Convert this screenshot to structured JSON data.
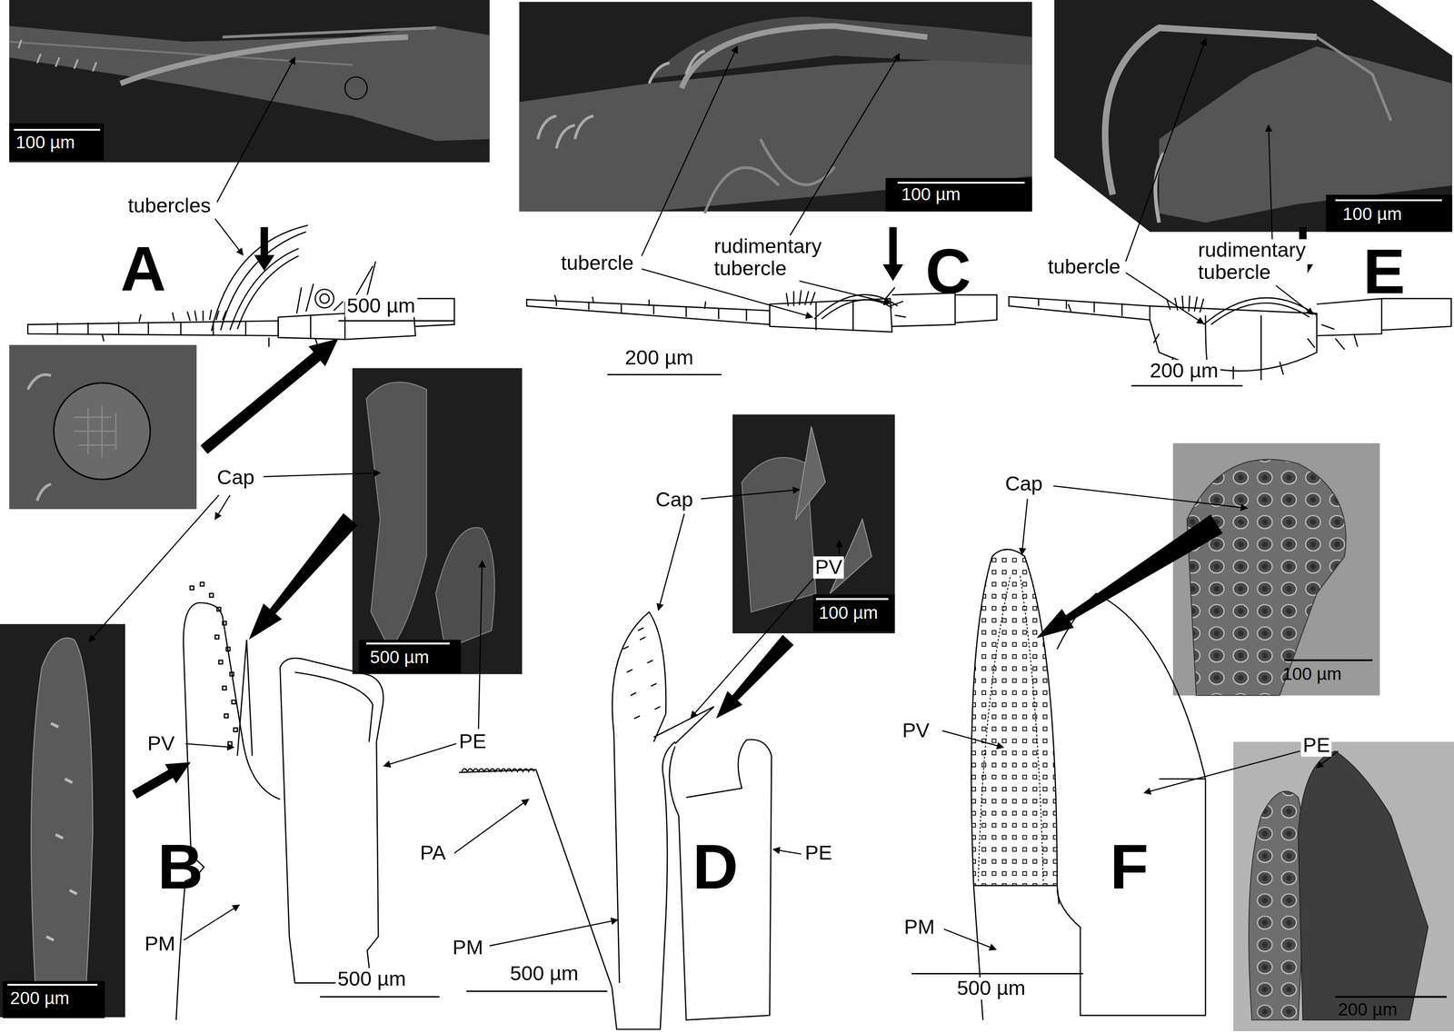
{
  "diagram": {
    "nodes": [
      {
        "text": [
          "100 µm"
        ]
      },
      {
        "text": [
          "100 µm"
        ]
      },
      {
        "text": [
          "100 µm"
        ]
      },
      {
        "text": [
          "500 µm"
        ]
      },
      {
        "text": [
          "100 µm"
        ]
      },
      {
        "text": [
          "100 µm"
        ]
      },
      {
        "text": [
          "200 µm"
        ]
      },
      {
        "text": [
          "200 µm"
        ]
      }
    ],
    "labels": [
      "tubercles",
      "A",
      "500 µm",
      "tubercle",
      "rudimentary tubercle",
      "C",
      "200 µm",
      "tubercle",
      "rudimentary tubercle",
      "E",
      "200 µm",
      "Cap",
      "PV",
      "PE",
      "B",
      "PM",
      "500 µm",
      "Cap",
      "PV",
      "PA",
      "PM",
      "D",
      "PE",
      "500 µm",
      "Cap",
      "PV",
      "PE",
      "F",
      "PM",
      "500 µm"
    ]
  }
}
